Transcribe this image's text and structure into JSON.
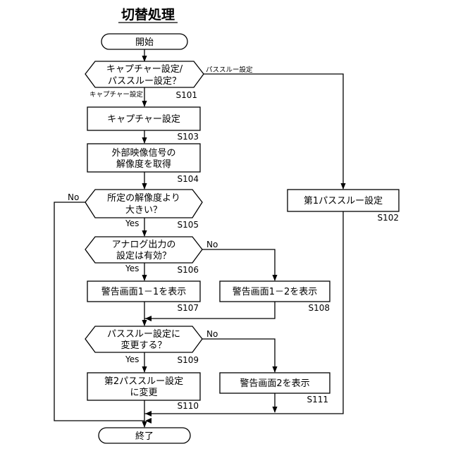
{
  "title": "切替処理",
  "nodes": {
    "start": "開始",
    "d101": [
      "キャプチャー設定/",
      "パススルー設定？"
    ],
    "p103": "キャプチャー設定",
    "p104": [
      "外部映像信号の",
      "解像度を取得"
    ],
    "d105": [
      "所定の解像度より",
      "大きい？"
    ],
    "p102": "第1パススルー設定",
    "d106": [
      "アナログ出力の",
      "設定は有効？"
    ],
    "p107": "警告画面1－1を表示",
    "p108": "警告画面1－2を表示",
    "d109": [
      "パススルー設定に",
      "変更する？"
    ],
    "p110": [
      "第2パススルー設定",
      "に変更"
    ],
    "p111": "警告画面2を表示",
    "end": "終了"
  },
  "steps": {
    "s101": "S101",
    "s102": "S102",
    "s103": "S103",
    "s104": "S104",
    "s105": "S105",
    "s106": "S106",
    "s107": "S107",
    "s108": "S108",
    "s109": "S109",
    "s110": "S110",
    "s111": "S111"
  },
  "branches": {
    "passthrough": "パススルー設定",
    "capture": "キャプチャー設定",
    "yes": "Yes",
    "no": "No"
  }
}
